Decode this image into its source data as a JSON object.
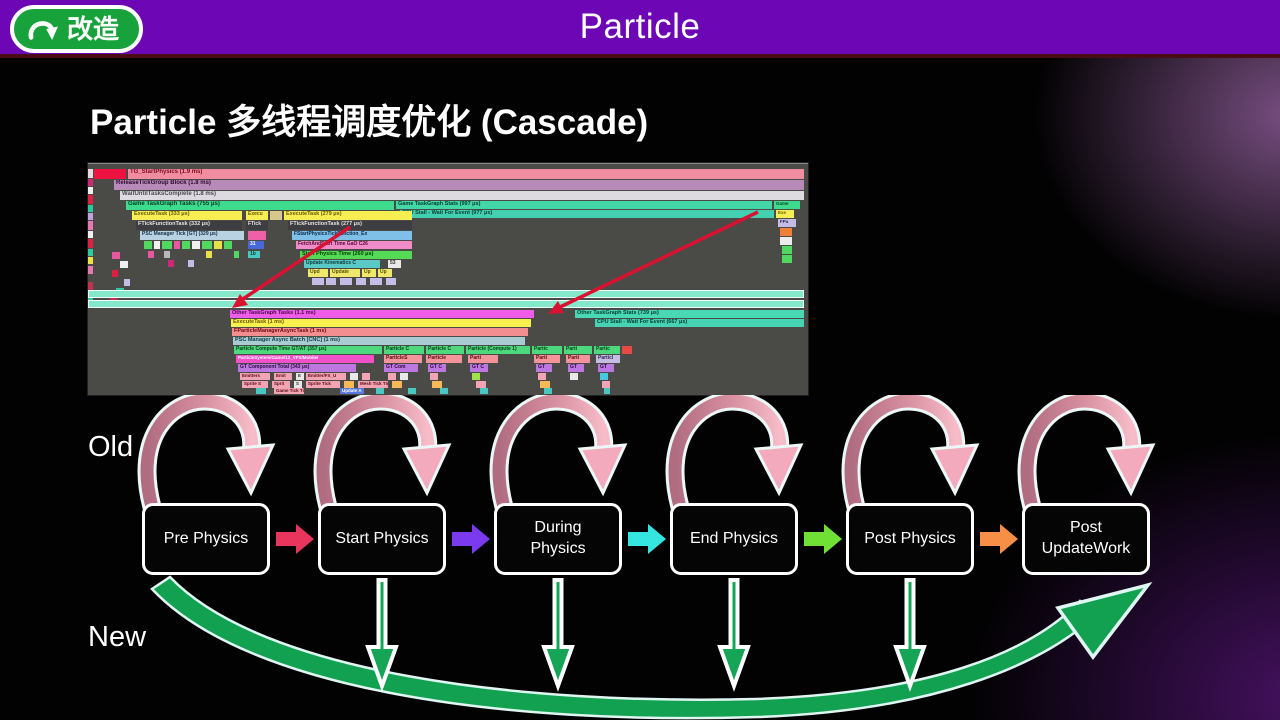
{
  "header": {
    "title": "Particle",
    "badge_label": "改造"
  },
  "slide": {
    "title": "Particle 多线程调度优化 (Cascade)"
  },
  "flow": {
    "old_label": "Old",
    "new_label": "New",
    "stages": [
      {
        "label": "Pre Physics"
      },
      {
        "label": "Start Physics"
      },
      {
        "label": "During\nPhysics"
      },
      {
        "label": "End Physics"
      },
      {
        "label": "Post Physics"
      },
      {
        "label": "Post\nUpdateWork"
      }
    ],
    "connector_colors": [
      "#e8355e",
      "#7b3af0",
      "#35e6e0",
      "#70e034",
      "#f79046"
    ],
    "loop_outline": "#ecf7f7",
    "loop_color_start": "#b06c80",
    "loop_color_mid": "#d890a0",
    "loop_color_end": "#f6bcc8",
    "loop_head_fill": "#f2aabc",
    "vertical_arrow_color": "#16a456",
    "swoosh_color": "#12a150",
    "swoosh_edge": "#dff6f2"
  },
  "profiler": {
    "bg": "#4a4a47",
    "red_arrow_color": "#d81230",
    "red_arrows": [
      {
        "line": [
          262,
          63,
          152,
          137
        ],
        "head": "144,144 152,130 160,141"
      },
      {
        "line": [
          670,
          48,
          470,
          144
        ],
        "head": "460,150 470,137 476,149"
      }
    ],
    "bars": [
      [
        6,
        5,
        32,
        10,
        "#ee1240"
      ],
      [
        40,
        5,
        676,
        10,
        "#f08da0",
        "TG_StartPhysics (1.9 ms)",
        "#80081f",
        6
      ],
      [
        26,
        16,
        690,
        10,
        "#b78ab8",
        "ReleaseTickGroup Block (1.8 ms)",
        "#2e0a33",
        6
      ],
      [
        32,
        27,
        684,
        9,
        "#dedbe0",
        "WaitUntilTasksComplete (1.8 ms)",
        "#4a4a52",
        6
      ],
      [
        38,
        37,
        268,
        9,
        "#3eda8e",
        "Game TaskGraph Tasks (755 μs)",
        "#063d22",
        6
      ],
      [
        308,
        37,
        376,
        8,
        "#43d6a6",
        "Game TaskGraph Stats (997 μs)",
        "#063d30",
        5.5
      ],
      [
        686,
        37,
        26,
        8,
        "#3eda8e",
        "Game",
        "#063d22",
        4.5
      ],
      [
        312,
        46,
        374,
        8,
        "#43d0b0",
        "CPU Stall - Wait For Event (977 μs)",
        "#063d30",
        5.5
      ],
      [
        688,
        46,
        18,
        8,
        "#f6ee52",
        "Exe",
        "#6a5a06",
        4.5
      ],
      [
        44,
        47,
        110,
        9,
        "#f6ee52",
        "ExecuteTask (333 μs)",
        "#6a5a06",
        5.5
      ],
      [
        158,
        47,
        22,
        9,
        "#f6ee52",
        "Execu",
        "#6a5a06",
        5
      ],
      [
        182,
        47,
        12,
        9,
        "#d8c890"
      ],
      [
        196,
        47,
        128,
        9,
        "#f6ee52",
        "ExecuteTask (279 μs)",
        "#6a5a06",
        5.5
      ],
      [
        690,
        55,
        18,
        8,
        "#c4bce4",
        "FPa",
        "#2e2a4a",
        4.5
      ],
      [
        48,
        57,
        106,
        9,
        "#3d3d42",
        "FTickFunctionTask (332 μs)",
        "#e6e6e6",
        5.5
      ],
      [
        158,
        57,
        22,
        9,
        "#3d3d42",
        "FTick",
        "#e6e6e6",
        5
      ],
      [
        200,
        57,
        124,
        9,
        "#3d3d42",
        "FTickFunctionTask (277 μs)",
        "#e6e6e6",
        5.5
      ],
      [
        692,
        64,
        12,
        8,
        "#f08038"
      ],
      [
        52,
        67,
        104,
        9,
        "#b8d2e2",
        "PSC Manager Tick [GT] (329 μs)",
        "#143048",
        5
      ],
      [
        160,
        67,
        18,
        9,
        "#f060a8"
      ],
      [
        204,
        67,
        120,
        9,
        "#7fc0e8",
        "FStartPhysicsTickFunction_Ex",
        "#0a2a4a",
        5
      ],
      [
        692,
        73,
        12,
        8,
        "#ececec"
      ],
      [
        56,
        77,
        8,
        8,
        "#50d860"
      ],
      [
        66,
        77,
        6,
        8,
        "#f0f0f0"
      ],
      [
        74,
        77,
        10,
        8,
        "#50d860"
      ],
      [
        86,
        77,
        6,
        8,
        "#e858a0"
      ],
      [
        94,
        77,
        8,
        8,
        "#50d860"
      ],
      [
        104,
        77,
        8,
        8,
        "#f0f0f0"
      ],
      [
        114,
        77,
        10,
        8,
        "#50d860"
      ],
      [
        126,
        77,
        8,
        8,
        "#e8e048"
      ],
      [
        136,
        77,
        8,
        8,
        "#50d860"
      ],
      [
        160,
        77,
        16,
        8,
        "#4868d8",
        "31",
        "#ffffff",
        5
      ],
      [
        208,
        77,
        116,
        8,
        "#f08cc8",
        "FetchAndStart Time GaO C26",
        "#5a0a3a",
        5
      ],
      [
        694,
        82,
        10,
        8,
        "#50d860"
      ],
      [
        60,
        87,
        6,
        7,
        "#e858a0"
      ],
      [
        76,
        87,
        6,
        7,
        "#b8b8b8"
      ],
      [
        118,
        87,
        6,
        7,
        "#e8e048"
      ],
      [
        146,
        87,
        5,
        7,
        "#50d860"
      ],
      [
        160,
        87,
        12,
        7,
        "#48c8c0",
        "1b",
        "#0a3a38",
        5
      ],
      [
        212,
        87,
        112,
        8,
        "#55da55",
        "Start Physics Time (260 μs)",
        "#063d06",
        5.5
      ],
      [
        694,
        91,
        10,
        8,
        "#50d860"
      ],
      [
        80,
        96,
        6,
        7,
        "#d02878"
      ],
      [
        100,
        96,
        6,
        7,
        "#c4bce4"
      ],
      [
        216,
        96,
        76,
        8,
        "#5ac8c4",
        "Update Kinematics C",
        "#0a3a38",
        5
      ],
      [
        300,
        96,
        13,
        8,
        "#e8e8e8",
        "53",
        "#333333",
        5
      ],
      [
        220,
        105,
        20,
        8,
        "#f0e86a",
        "Upd",
        "#5a5206",
        5
      ],
      [
        242,
        105,
        30,
        8,
        "#f0e86a",
        "Update",
        "#5a5206",
        5
      ],
      [
        274,
        105,
        14,
        8,
        "#f0e86a",
        "Up",
        "#5a5206",
        5
      ],
      [
        290,
        105,
        14,
        8,
        "#f0e86a",
        "Up",
        "#5a5206",
        5
      ],
      [
        224,
        114,
        12,
        7,
        "#c4bce4"
      ],
      [
        238,
        114,
        10,
        7,
        "#c4bce4"
      ],
      [
        252,
        114,
        12,
        7,
        "#c4bce4"
      ],
      [
        268,
        114,
        10,
        7,
        "#c4bce4"
      ],
      [
        282,
        114,
        12,
        7,
        "#c4bce4"
      ],
      [
        298,
        114,
        10,
        7,
        "#c4bce4"
      ],
      [
        0,
        5,
        5,
        9,
        "#e8d8e0"
      ],
      [
        0,
        15,
        5,
        7,
        "#d02878"
      ],
      [
        0,
        23,
        5,
        7,
        "#f0f0f0"
      ],
      [
        0,
        31,
        5,
        9,
        "#e02040"
      ],
      [
        0,
        41,
        5,
        7,
        "#30c8a0"
      ],
      [
        0,
        49,
        5,
        7,
        "#c0a0e0"
      ],
      [
        0,
        57,
        5,
        9,
        "#e878b0"
      ],
      [
        0,
        67,
        5,
        7,
        "#f0f0f0"
      ],
      [
        0,
        75,
        5,
        9,
        "#e02040"
      ],
      [
        0,
        85,
        5,
        7,
        "#30c8a0"
      ],
      [
        0,
        93,
        5,
        7,
        "#f0e048"
      ],
      [
        0,
        102,
        5,
        8,
        "#e878b0"
      ],
      [
        0,
        118,
        5,
        10,
        "#c03050"
      ],
      [
        0,
        130,
        5,
        8,
        "#30c8a0"
      ],
      [
        24,
        88,
        8,
        7,
        "#e858a0"
      ],
      [
        32,
        97,
        8,
        7,
        "#f0f0f0"
      ],
      [
        24,
        106,
        6,
        7,
        "#e02040"
      ],
      [
        36,
        115,
        6,
        7,
        "#c4bce4"
      ],
      [
        28,
        124,
        8,
        8,
        "#30c8a0"
      ],
      [
        22,
        133,
        8,
        8,
        "#c03050"
      ],
      [
        0,
        126,
        716,
        8,
        "#86e8ca",
        null,
        null,
        null,
        1
      ],
      [
        0,
        136,
        716,
        8,
        "#86e8ca",
        null,
        null,
        null,
        1
      ],
      [
        142,
        146,
        304,
        8,
        "#ee5ce8",
        "Other TaskGraph Tasks (1.1 ms)",
        "#4a0848",
        5.5
      ],
      [
        487,
        146,
        229,
        8,
        "#48d8b4",
        "Other TaskGraph Stats (739 μs)",
        "#063d30",
        5.5
      ],
      [
        143,
        155,
        300,
        8,
        "#f8f04e",
        "ExecuteTask (1 ms)",
        "#6a5a06",
        5.5
      ],
      [
        507,
        155,
        209,
        8,
        "#48d2b4",
        "CPU Stall - Wait For Event (667 μs)",
        "#063d30",
        5.5
      ],
      [
        144,
        164,
        296,
        8,
        "#f28e90",
        "FParticleManagerAsyncTask (1 ms)",
        "#6a0a12",
        5.5
      ],
      [
        145,
        173,
        292,
        8,
        "#a9ccd2",
        "PSC Manager Async Batch [CNC] (1 ms)",
        "#123a42",
        5.5
      ],
      [
        146,
        182,
        148,
        8,
        "#4ed87e",
        "Particle Compute Time GT/AT (357 μs)",
        "#063d16",
        5
      ],
      [
        296,
        182,
        40,
        8,
        "#4ed87e",
        "Particle C",
        "#063d16",
        5
      ],
      [
        338,
        182,
        38,
        8,
        "#4ed87e",
        "Particle C",
        "#063d16",
        5
      ],
      [
        378,
        182,
        64,
        8,
        "#4ed87e",
        "Particle (Compute 1)",
        "#063d16",
        5
      ],
      [
        444,
        182,
        30,
        8,
        "#4ed87e",
        "Partic",
        "#063d16",
        5
      ],
      [
        476,
        182,
        28,
        8,
        "#4ed87e",
        "Parti",
        "#063d16",
        5
      ],
      [
        506,
        182,
        26,
        8,
        "#4ed87e",
        "Partic",
        "#063d16",
        5
      ],
      [
        534,
        182,
        10,
        8,
        "#e84848"
      ],
      [
        148,
        191,
        138,
        8,
        "#f050c8",
        "ParticleSystem/Game/12_VFX/Mobile/",
        "#ffffff",
        4.5
      ],
      [
        296,
        191,
        38,
        8,
        "#f2949a",
        "ParticleS",
        "#5a0a12",
        5
      ],
      [
        338,
        191,
        36,
        8,
        "#f2949a",
        "Particle",
        "#5a0a12",
        5
      ],
      [
        380,
        191,
        30,
        8,
        "#f2949a",
        "Parti",
        "#5a0a12",
        5
      ],
      [
        446,
        191,
        26,
        8,
        "#f2949a",
        "Parti",
        "#5a0a12",
        5
      ],
      [
        478,
        191,
        24,
        8,
        "#f2949a",
        "Parti",
        "#5a0a12",
        5
      ],
      [
        508,
        191,
        24,
        8,
        "#c4bce4",
        "Particl",
        "#2e2a4a",
        5
      ],
      [
        150,
        200,
        118,
        8,
        "#bd77e0",
        "GT Component Total (343 μs)",
        "#2e0a3e",
        5
      ],
      [
        296,
        200,
        34,
        8,
        "#bd77e0",
        "GT Com",
        "#2e0a3e",
        5
      ],
      [
        340,
        200,
        18,
        8,
        "#bd77e0",
        "GT C",
        "#2e0a3e",
        5
      ],
      [
        382,
        200,
        18,
        8,
        "#bd77e0",
        "GT C",
        "#2e0a3e",
        5
      ],
      [
        448,
        200,
        16,
        8,
        "#bd77e0",
        "GT",
        "#2e0a3e",
        5
      ],
      [
        480,
        200,
        16,
        8,
        "#bd77e0",
        "GT",
        "#2e0a3e",
        5
      ],
      [
        510,
        200,
        16,
        8,
        "#bd77e0",
        "GT",
        "#2e0a3e",
        5
      ],
      [
        152,
        209,
        30,
        7,
        "#f2a4b4",
        "Emitters",
        "#5a0a12",
        4.5
      ],
      [
        186,
        209,
        18,
        7,
        "#f2a4b4",
        "Emit",
        "#5a0a12",
        4.5
      ],
      [
        208,
        209,
        8,
        7,
        "#e8e8e8",
        "E",
        "#333333",
        4.5
      ],
      [
        218,
        209,
        40,
        7,
        "#f2a4b4",
        "Emitter/FX_U",
        "#5a0a12",
        4.5
      ],
      [
        262,
        209,
        8,
        7,
        "#e8e8e8"
      ],
      [
        274,
        209,
        8,
        7,
        "#f2a4b4"
      ],
      [
        300,
        209,
        8,
        7,
        "#f2a4b4"
      ],
      [
        312,
        209,
        8,
        7,
        "#e8e8e8"
      ],
      [
        342,
        209,
        8,
        7,
        "#f2a4b4"
      ],
      [
        384,
        209,
        8,
        7,
        "#a0e048"
      ],
      [
        450,
        209,
        8,
        7,
        "#f2a4b4"
      ],
      [
        482,
        209,
        8,
        7,
        "#e8e8e8"
      ],
      [
        512,
        209,
        8,
        7,
        "#48c8e0"
      ],
      [
        154,
        217,
        26,
        7,
        "#f2a4b4",
        "Sprite S",
        "#5a0a12",
        4.5
      ],
      [
        184,
        217,
        18,
        7,
        "#f2a4b4",
        "Sprit",
        "#5a0a12",
        4.5
      ],
      [
        206,
        217,
        8,
        7,
        "#e8e8e8",
        "S",
        "#333333",
        4.5
      ],
      [
        218,
        217,
        34,
        7,
        "#f2a4b4",
        "Sprite Tick",
        "#5a0a12",
        4.5
      ],
      [
        256,
        217,
        10,
        7,
        "#f8b858"
      ],
      [
        270,
        217,
        30,
        7,
        "#f2a4b4",
        "Mesh Tick Tim",
        "#5a0a12",
        4.5
      ],
      [
        304,
        217,
        10,
        7,
        "#f8b858"
      ],
      [
        344,
        217,
        10,
        7,
        "#f8b858"
      ],
      [
        388,
        217,
        10,
        7,
        "#f2a4b4"
      ],
      [
        452,
        217,
        10,
        7,
        "#f8b858"
      ],
      [
        514,
        217,
        8,
        7,
        "#f2a4b4"
      ],
      [
        168,
        224,
        10,
        6,
        "#48c8c0"
      ],
      [
        186,
        224,
        30,
        6,
        "#f2a4b4",
        "Game Tick Ti",
        "#5a0a12",
        4.5
      ],
      [
        252,
        224,
        24,
        6,
        "#5878e0",
        "Update A",
        "#ffffff",
        4.5
      ],
      [
        288,
        224,
        8,
        6,
        "#48c8c0"
      ],
      [
        320,
        224,
        8,
        6,
        "#48c8c0"
      ],
      [
        352,
        224,
        8,
        6,
        "#48c8c0"
      ],
      [
        392,
        224,
        8,
        6,
        "#48c8c0"
      ],
      [
        456,
        224,
        8,
        6,
        "#48c8c0"
      ],
      [
        516,
        224,
        6,
        6,
        "#48c8c0"
      ]
    ]
  }
}
